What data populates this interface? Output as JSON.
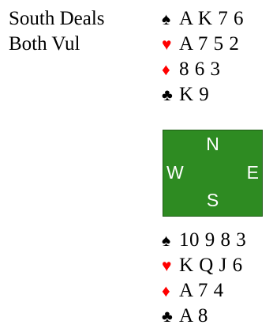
{
  "deal": {
    "dealer": "South Deals",
    "vulnerability": "Both Vul"
  },
  "north": {
    "spades": {
      "symbol": "♠",
      "cards": "A K 7 6"
    },
    "hearts": {
      "symbol": "♥",
      "cards": "A 7 5 2"
    },
    "diamonds": {
      "symbol": "♦",
      "cards": "8 6 3"
    },
    "clubs": {
      "symbol": "♣",
      "cards": "K 9"
    }
  },
  "compass": {
    "north": "N",
    "west": "W",
    "east": "E",
    "south": "S"
  },
  "south": {
    "spades": {
      "symbol": "♠",
      "cards": "10 9 8 3"
    },
    "hearts": {
      "symbol": "♥",
      "cards": "K Q J 6"
    },
    "diamonds": {
      "symbol": "♦",
      "cards": "A 7 4"
    },
    "clubs": {
      "symbol": "♣",
      "cards": "A 8"
    }
  },
  "colors": {
    "red_suit": "#ff0000",
    "black_suit": "#000000",
    "table_green": "#2e8b22"
  }
}
